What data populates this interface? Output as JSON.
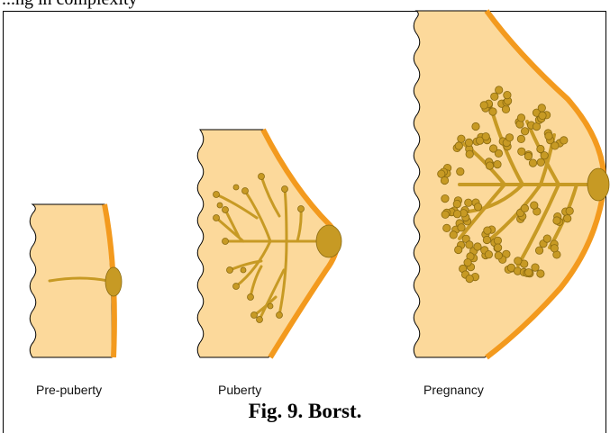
{
  "header": {
    "partial_caption": "...ng in complexity"
  },
  "stages": [
    {
      "id": "pre-puberty",
      "label": "Pre-puberty"
    },
    {
      "id": "puberty",
      "label": "Puberty"
    },
    {
      "id": "pregnancy",
      "label": "Pregnancy"
    }
  ],
  "caption": "Fig. 9. Borst.",
  "colors": {
    "tissue": "#fcd99b",
    "outline": "#000000",
    "skin": "#f39a1e",
    "ducts": "#c79a24",
    "duct_edge": "#8a6a10"
  }
}
